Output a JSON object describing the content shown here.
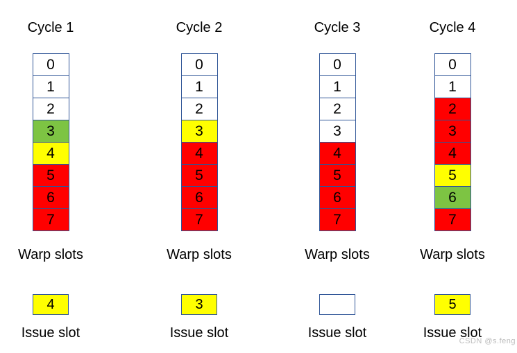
{
  "labels": {
    "warp_slots": "Warp slots",
    "issue_slot": "Issue slot"
  },
  "colors": {
    "white": "#FFFFFF",
    "green": "#7DC443",
    "yellow": "#FFFF00",
    "red": "#FF0000",
    "border": "#2F5597"
  },
  "cycles": [
    {
      "title": "Cycle 1",
      "cells": [
        {
          "label": "0",
          "color": "white"
        },
        {
          "label": "1",
          "color": "white"
        },
        {
          "label": "2",
          "color": "white"
        },
        {
          "label": "3",
          "color": "green"
        },
        {
          "label": "4",
          "color": "yellow"
        },
        {
          "label": "5",
          "color": "red"
        },
        {
          "label": "6",
          "color": "red"
        },
        {
          "label": "7",
          "color": "red"
        }
      ],
      "issue": {
        "label": "4",
        "color": "yellow"
      }
    },
    {
      "title": "Cycle 2",
      "cells": [
        {
          "label": "0",
          "color": "white"
        },
        {
          "label": "1",
          "color": "white"
        },
        {
          "label": "2",
          "color": "white"
        },
        {
          "label": "3",
          "color": "yellow"
        },
        {
          "label": "4",
          "color": "red"
        },
        {
          "label": "5",
          "color": "red"
        },
        {
          "label": "6",
          "color": "red"
        },
        {
          "label": "7",
          "color": "red"
        }
      ],
      "issue": {
        "label": "3",
        "color": "yellow"
      }
    },
    {
      "title": "Cycle 3",
      "cells": [
        {
          "label": "0",
          "color": "white"
        },
        {
          "label": "1",
          "color": "white"
        },
        {
          "label": "2",
          "color": "white"
        },
        {
          "label": "3",
          "color": "white"
        },
        {
          "label": "4",
          "color": "red"
        },
        {
          "label": "5",
          "color": "red"
        },
        {
          "label": "6",
          "color": "red"
        },
        {
          "label": "7",
          "color": "red"
        }
      ],
      "issue": {
        "label": "",
        "color": "white"
      }
    },
    {
      "title": "Cycle 4",
      "cells": [
        {
          "label": "0",
          "color": "white"
        },
        {
          "label": "1",
          "color": "white"
        },
        {
          "label": "2",
          "color": "red"
        },
        {
          "label": "3",
          "color": "red"
        },
        {
          "label": "4",
          "color": "red"
        },
        {
          "label": "5",
          "color": "yellow"
        },
        {
          "label": "6",
          "color": "green"
        },
        {
          "label": "7",
          "color": "red"
        }
      ],
      "issue": {
        "label": "5",
        "color": "yellow"
      }
    }
  ],
  "watermark": "CSDN @s.feng"
}
